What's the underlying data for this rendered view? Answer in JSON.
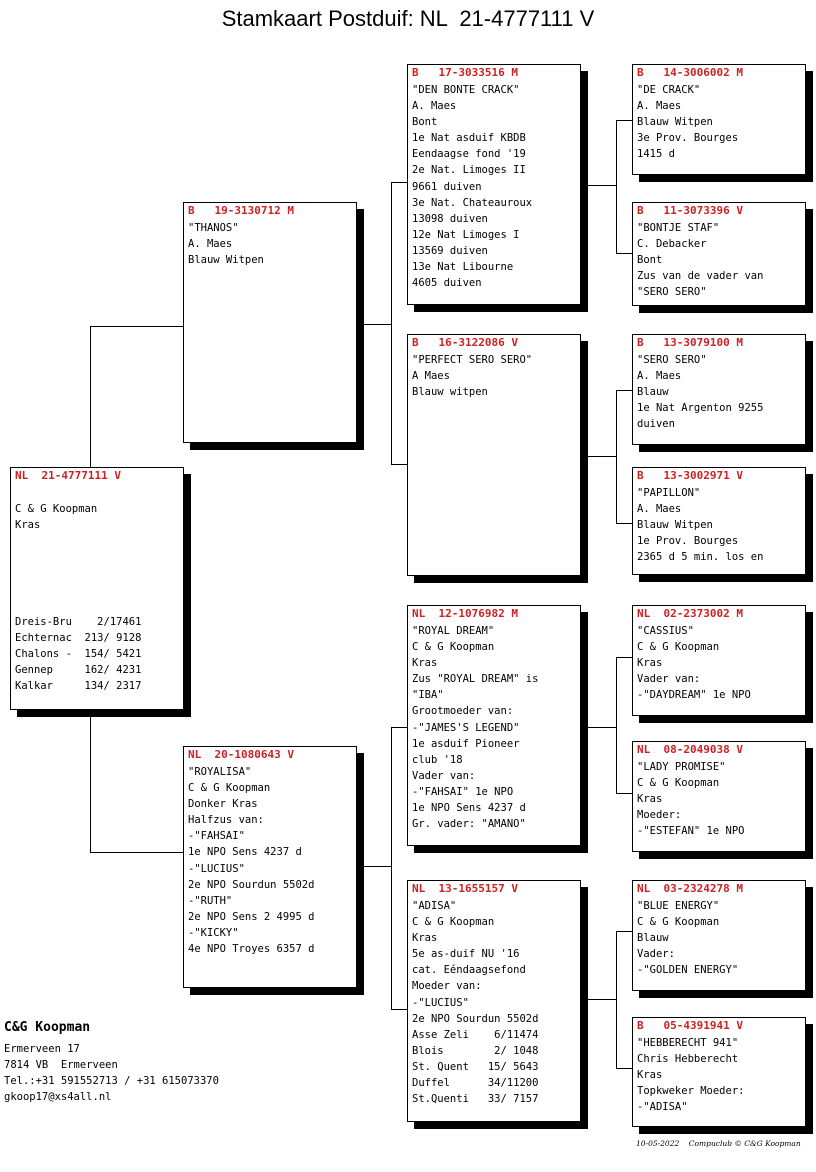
{
  "title": "Stamkaart Postduif: NL  21-4777111 V",
  "subject": {
    "header": "NL  21-4777111 V",
    "lines": [
      "",
      "C & G Koopman",
      "Kras",
      "",
      "",
      "",
      "",
      "",
      "Dreis-Bru    2/17461",
      "Echternac  213/ 9128",
      "Chalons -  154/ 5421",
      "Gennep     162/ 4231",
      "Kalkar     134/ 2317"
    ]
  },
  "sire": {
    "header": "B   19-3130712 M",
    "lines": [
      "\"THANOS\"",
      "A. Maes",
      "Blauw Witpen"
    ]
  },
  "dam": {
    "header": "NL  20-1080643 V",
    "lines": [
      "\"ROYALISA\"",
      "C & G Koopman",
      "Donker Kras",
      "Halfzus van:",
      "-\"FAHSAI\"",
      "1e NPO Sens 4237 d",
      "-\"LUCIUS\"",
      "2e NPO Sourdun 5502d",
      "-\"RUTH\"",
      "2e NPO Sens 2 4995 d",
      "-\"KICKY\"",
      "4e NPO Troyes 6357 d"
    ]
  },
  "gs1": {
    "header": "B   17-3033516 M",
    "lines": [
      "\"DEN BONTE CRACK\"",
      "A. Maes",
      "Bont",
      "1e Nat asduif KBDB",
      "Eendaagse fond '19",
      "2e Nat. Limoges II",
      "9661 duiven",
      "3e Nat. Chateauroux",
      "13098 duiven",
      "12e Nat Limoges I",
      "13569 duiven",
      "13e Nat Libourne",
      "4605 duiven"
    ]
  },
  "gd1": {
    "header": "B   16-3122086 V",
    "lines": [
      "\"PERFECT SERO SERO\"",
      "A Maes",
      "Blauw witpen"
    ]
  },
  "gs2": {
    "header": "NL  12-1076982 M",
    "lines": [
      "\"ROYAL DREAM\"",
      "C & G Koopman",
      "Kras",
      "Zus \"ROYAL DREAM\" is",
      "\"IBA\"",
      "Grootmoeder van:",
      "-\"JAMES'S LEGEND\"",
      "1e asduif Pioneer",
      "club '18",
      "Vader van:",
      "-\"FAHSAI\" 1e NPO",
      "1e NPO Sens 4237 d",
      "Gr. vader: \"AMANO\""
    ]
  },
  "gd2": {
    "header": "NL  13-1655157 V",
    "lines": [
      "\"ADISA\"",
      "C & G Koopman",
      "Kras",
      "5e as-duif NU '16",
      "cat. Eéndaagsefond",
      "Moeder van:",
      "-\"LUCIUS\"",
      "2e NPO Sourdun 5502d",
      "Asse Zeli    6/11474",
      "Blois        2/ 1048",
      "St. Quent   15/ 5643",
      "Duffel      34/11200",
      "St.Quenti   33/ 7157"
    ]
  },
  "ggp1": {
    "header": "B   14-3006002 M",
    "lines": [
      "\"DE CRACK\"",
      "A. Maes",
      "Blauw Witpen",
      "3e Prov. Bourges",
      "1415 d"
    ]
  },
  "ggp2": {
    "header": "B   11-3073396 V",
    "lines": [
      "\"BONTJE STAF\"",
      "C. Debacker",
      "Bont",
      "Zus van de vader van",
      "\"SERO SERO\""
    ]
  },
  "ggp3": {
    "header": "B   13-3079100 M",
    "lines": [
      "\"SERO SERO\"",
      "A. Maes",
      "Blauw",
      "1e Nat Argenton 9255",
      "duiven"
    ]
  },
  "ggp4": {
    "header": "B   13-3002971 V",
    "lines": [
      "\"PAPILLON\"",
      "A. Maes",
      "Blauw Witpen",
      "1e Prov. Bourges",
      "2365 d 5 min. los en"
    ]
  },
  "ggp5": {
    "header": "NL  02-2373002 M",
    "lines": [
      "\"CASSIUS\"",
      "C & G Koopman",
      "Kras",
      "Vader van:",
      "-\"DAYDREAM\" 1e NPO"
    ]
  },
  "ggp6": {
    "header": "NL  08-2049038 V",
    "lines": [
      "\"LADY PROMISE\"",
      "C & G Koopman",
      "Kras",
      "Moeder:",
      "-\"ESTEFAN\" 1e NPO"
    ]
  },
  "ggp7": {
    "header": "NL  03-2324278 M",
    "lines": [
      "\"BLUE ENERGY\"",
      "C & G Koopman",
      "Blauw",
      "Vader:",
      "-\"GOLDEN ENERGY\""
    ]
  },
  "ggp8": {
    "header": "B   05-4391941 V",
    "lines": [
      "\"HEBBERECHT 941\"",
      "Chris Hebberecht",
      "Kras",
      "Topkweker Moeder:",
      "-\"ADISA\""
    ]
  },
  "owner": {
    "name": "C&G Koopman",
    "lines": [
      "Ermerveen 17",
      "7814 VB  Ermerveen",
      "Tel.:+31 591552713 / +31 615073370",
      "gkoop17@xs4all.nl"
    ]
  },
  "footer": "10-05-2022    Compuclub © C&G Koopman",
  "colors": {
    "header_red": "#cc2222",
    "shadow": "#000000"
  }
}
